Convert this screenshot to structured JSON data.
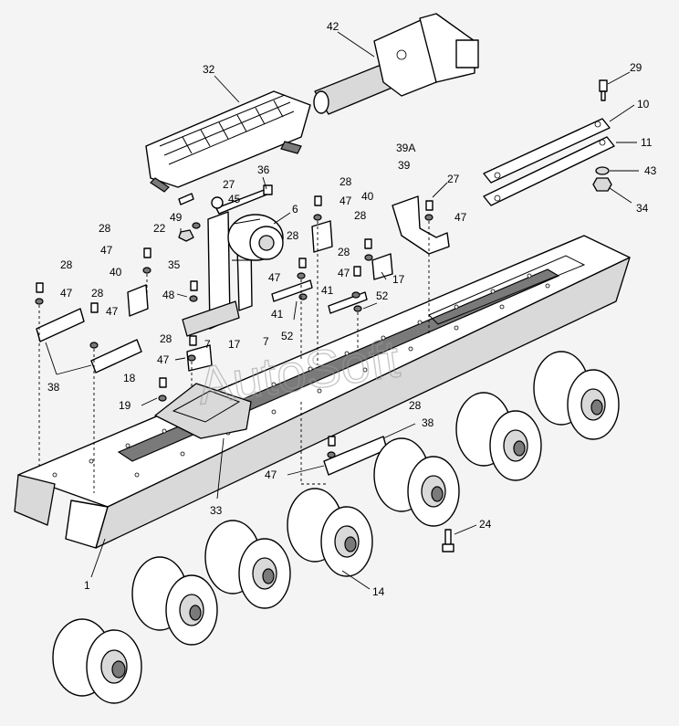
{
  "watermark": "AutoSoft",
  "callouts": {
    "c1": "1",
    "c10": "10",
    "c11": "11",
    "c14": "14",
    "c17a": "17",
    "c17b": "17",
    "c18": "18",
    "c19": "19",
    "c22": "22",
    "c24": "24",
    "c27a": "27",
    "c27b": "27",
    "c28a": "28",
    "c28b": "28",
    "c28c": "28",
    "c28d": "28",
    "c28e": "28",
    "c28f": "28",
    "c28g": "28",
    "c28h": "28",
    "c28i": "28",
    "c29": "29",
    "c32": "32",
    "c33": "33",
    "c34": "34",
    "c35": "35",
    "c36": "36",
    "c38a": "38",
    "c38b": "38",
    "c39": "39",
    "c39a": "39A",
    "c40a": "40",
    "c40b": "40",
    "c41a": "41",
    "c41b": "41",
    "c42": "42",
    "c43": "43",
    "c45": "45",
    "c47a": "47",
    "c47b": "47",
    "c47c": "47",
    "c47d": "47",
    "c47e": "47",
    "c47f": "47",
    "c47g": "47",
    "c47h": "47",
    "c47i": "47",
    "c48": "48",
    "c49": "49",
    "c52a": "52",
    "c52b": "52",
    "c6": "6",
    "c7a": "7",
    "c7b": "7"
  }
}
